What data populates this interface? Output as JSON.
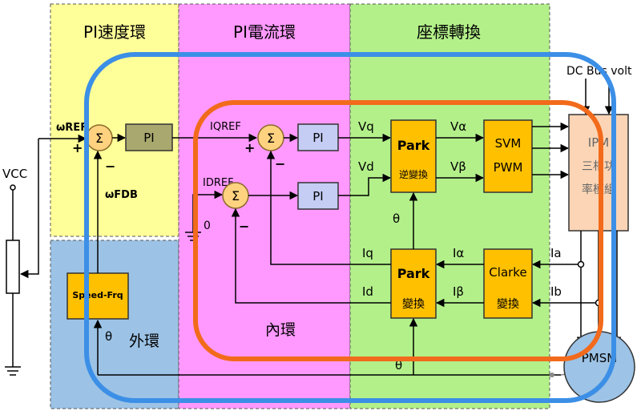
{
  "regions": {
    "speed": "PI速度環",
    "current": "PI電流環",
    "transform": "座標轉換"
  },
  "supply": {
    "vcc": "VCC"
  },
  "speed_loop": {
    "ref": "ωREF",
    "fdb": "ωFDB",
    "plus": "+",
    "minus": "−",
    "sum": "Σ",
    "pi": "PI"
  },
  "current_loop": {
    "iq_ref": "IQREF",
    "id_ref": "IDREF",
    "zero": "0",
    "sum": "Σ",
    "pi_q": "PI",
    "pi_d": "PI",
    "plus": "+",
    "minus": "−"
  },
  "blocks": {
    "inv_park_title": "Park",
    "inv_park_sub": "逆變換",
    "park_title": "Park",
    "park_sub": "變換",
    "svm_line1": "SVM",
    "svm_line2": "PWM",
    "clarke_title": "Clarke",
    "clarke_sub": "變換",
    "ipm_line1": "IPM",
    "ipm_line2": "三相功",
    "ipm_line3": "率模組",
    "speed_frq": "Speed-Frq",
    "pmsm": "PMSM"
  },
  "signals": {
    "vq": "Vq",
    "vd": "Vd",
    "valpha": "Vα",
    "vbeta": "Vβ",
    "iq": "Iq",
    "id": "Id",
    "ialpha": "Iα",
    "ibeta": "Iβ",
    "ia": "Ia",
    "ib": "Ib",
    "theta": "θ",
    "dc_bus": "DC Bus volt"
  },
  "loops": {
    "inner": "內環",
    "outer": "外環"
  },
  "colors": {
    "speed_region": "#ffff99",
    "current_region": "#ff99ff",
    "transform_region": "#b3f08a",
    "sensor_region": "#9cc3e6",
    "block_orange": "#ffc000",
    "pi_speed": "#a9a86e",
    "pi_current": "#c5cdf5",
    "sum_fill": "#ffd27f",
    "ipm_fill": "#fbd5b5",
    "pmsm_fill": "#9dc3e6",
    "outer_loop": "#3c8fe6",
    "inner_loop": "#f26a1b"
  }
}
